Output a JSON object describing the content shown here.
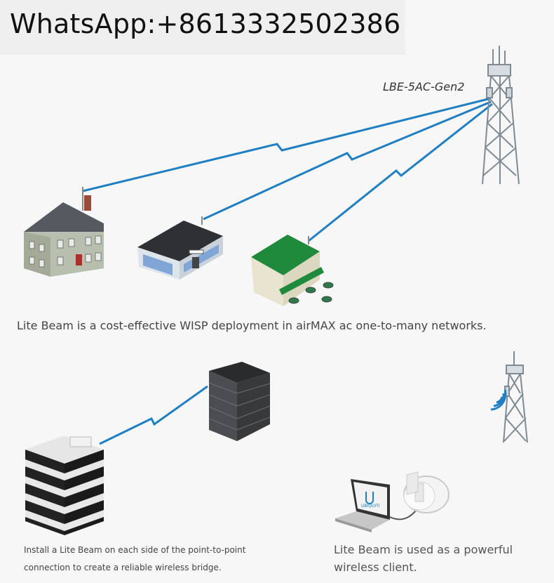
{
  "banner": {
    "text": "WhatsApp:+8613332502386"
  },
  "labels": {
    "model": "LBE-5AC-Gen2",
    "logo_text": "UBIQUITI"
  },
  "captions": {
    "ptmp": "Lite Beam is a cost-effective WISP deployment in airMAX ac one-to-many networks.",
    "ptp": "Install a Lite Beam on each side of the point-to-point connection to create a reliable wireless bridge.",
    "client": "Lite Beam is used as a powerful wireless client."
  },
  "colors": {
    "link": "#1f7fc2",
    "roof_green": "#1f8a3c",
    "roof_dark": "#3b3b3b"
  }
}
